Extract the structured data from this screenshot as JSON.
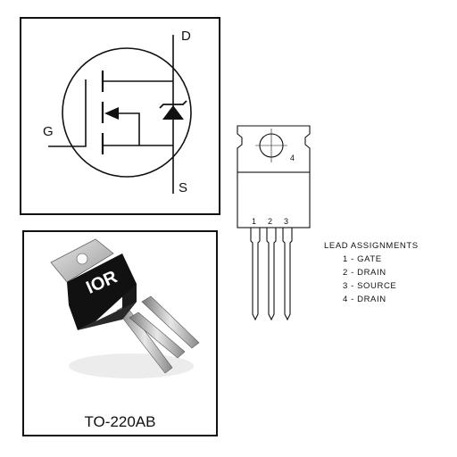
{
  "symbol": {
    "drain_label": "D",
    "gate_label": "G",
    "source_label": "S"
  },
  "package": {
    "name": "TO-220AB",
    "logo_text": "IOR",
    "tab_number": "4",
    "lead_numbers": [
      "1",
      "2",
      "3"
    ]
  },
  "lead_assignments": {
    "title": "LEAD ASSIGNMENTS",
    "items": [
      "1 - GATE",
      "2 - DRAIN",
      "3 - SOURCE",
      "4 - DRAIN"
    ]
  }
}
